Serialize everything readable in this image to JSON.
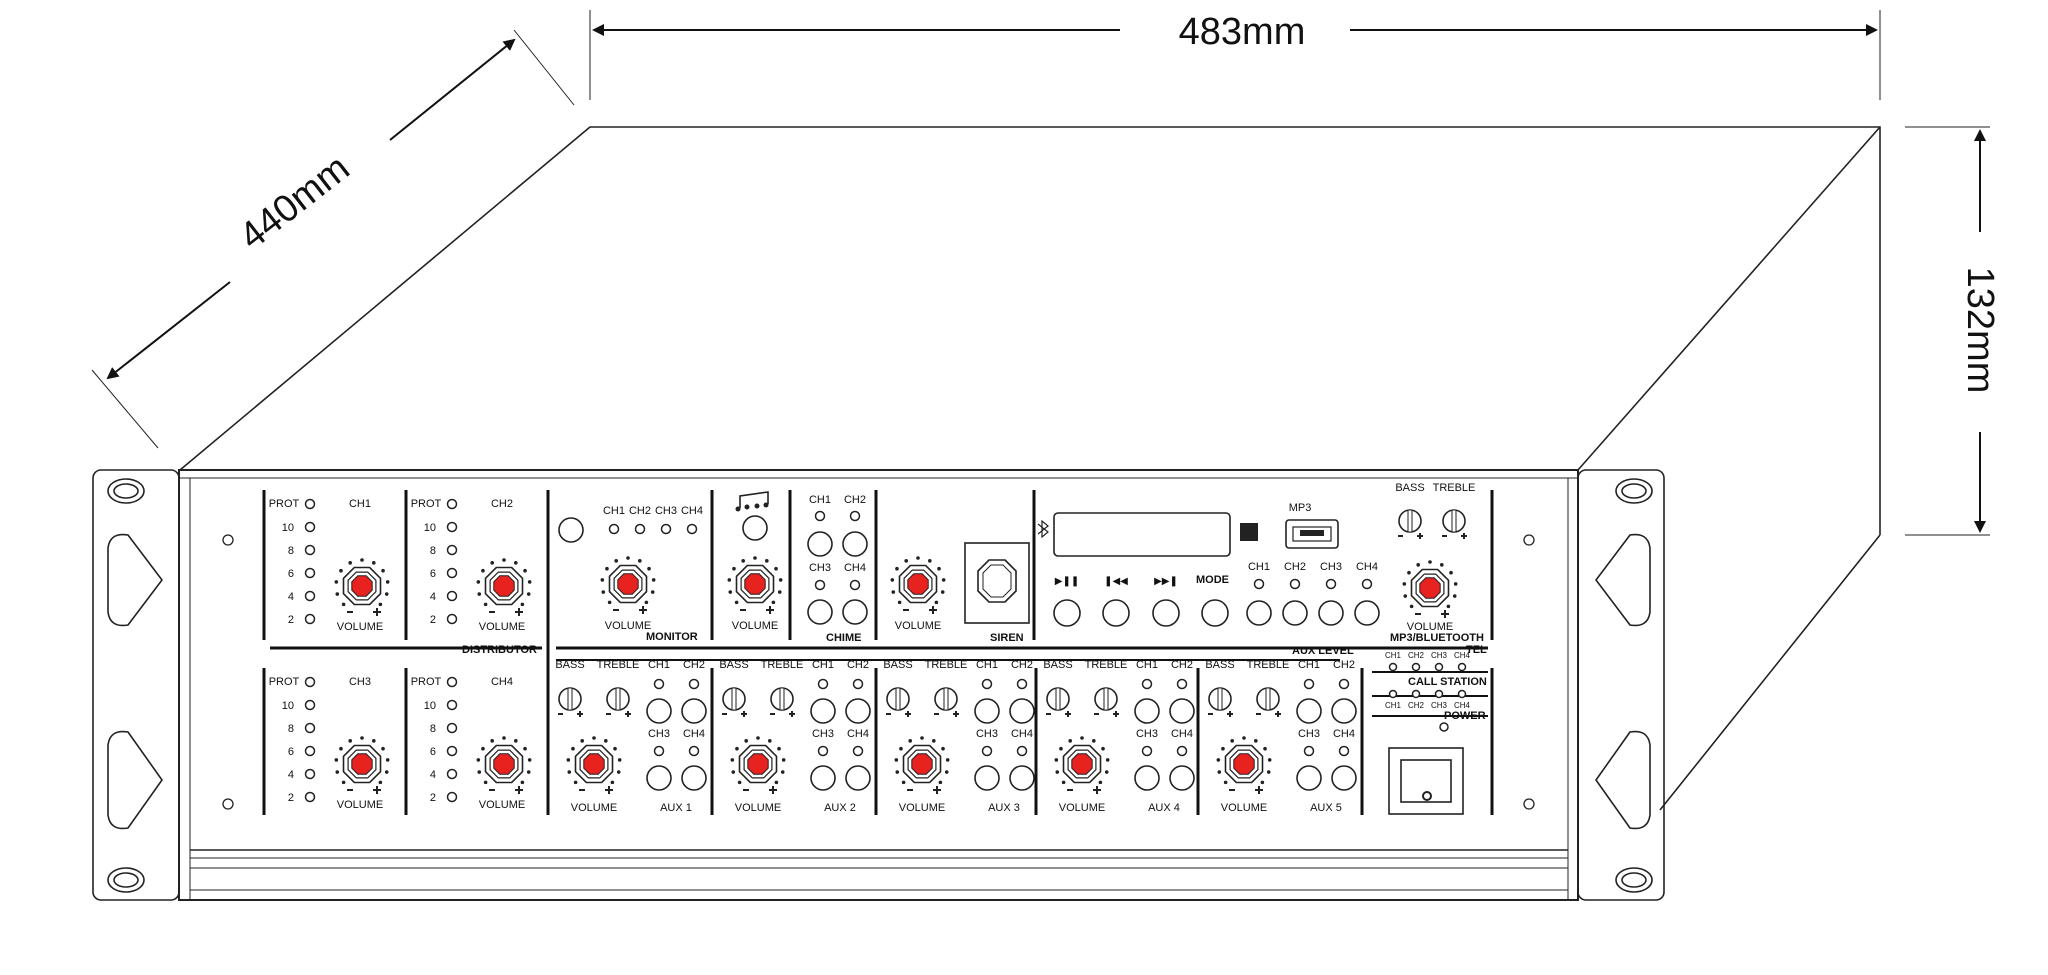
{
  "dimensions": {
    "width": "483mm",
    "depth": "440mm",
    "height": "132mm"
  },
  "distributor": {
    "label": "DISTRIBUTOR",
    "channels": [
      {
        "name": "CH1",
        "prot": "PROT",
        "levels": [
          "10",
          "8",
          "6",
          "4",
          "2"
        ],
        "volume": "VOLUME"
      },
      {
        "name": "CH2",
        "prot": "PROT",
        "levels": [
          "10",
          "8",
          "6",
          "4",
          "2"
        ],
        "volume": "VOLUME"
      },
      {
        "name": "CH3",
        "prot": "PROT",
        "levels": [
          "10",
          "8",
          "6",
          "4",
          "2"
        ],
        "volume": "VOLUME"
      },
      {
        "name": "CH4",
        "prot": "PROT",
        "levels": [
          "10",
          "8",
          "6",
          "4",
          "2"
        ],
        "volume": "VOLUME"
      }
    ]
  },
  "monitor": {
    "label": "MONITOR",
    "channels": [
      "CH1",
      "CH2",
      "CH3",
      "CH4"
    ],
    "volume": "VOLUME"
  },
  "chime": {
    "label": "CHIME",
    "channels": [
      "CH1",
      "CH2",
      "CH3",
      "CH4"
    ],
    "volume": "VOLUME"
  },
  "siren": {
    "label": "SIREN",
    "volume": "VOLUME"
  },
  "mp3": {
    "label": "MP3/BLUETOOTH",
    "usb_label": "MP3",
    "mode_label": "MODE",
    "transport": [
      "▶❚❚",
      "❚◀◀",
      "▶▶❚"
    ],
    "channels": [
      "CH1",
      "CH2",
      "CH3",
      "CH4"
    ],
    "bass": "BASS",
    "treble": "TREBLE",
    "volume": "VOLUME"
  },
  "aux_level": "AUX LEVEL",
  "aux": [
    {
      "name": "AUX 1",
      "bass": "BASS",
      "treble": "TREBLE",
      "channels": [
        "CH1",
        "CH2",
        "CH3",
        "CH4"
      ],
      "volume": "VOLUME"
    },
    {
      "name": "AUX 2",
      "bass": "BASS",
      "treble": "TREBLE",
      "channels": [
        "CH1",
        "CH2",
        "CH3",
        "CH4"
      ],
      "volume": "VOLUME"
    },
    {
      "name": "AUX 3",
      "bass": "BASS",
      "treble": "TREBLE",
      "channels": [
        "CH1",
        "CH2",
        "CH3",
        "CH4"
      ],
      "volume": "VOLUME"
    },
    {
      "name": "AUX 4",
      "bass": "BASS",
      "treble": "TREBLE",
      "channels": [
        "CH1",
        "CH2",
        "CH3",
        "CH4"
      ],
      "volume": "VOLUME"
    },
    {
      "name": "AUX 5",
      "bass": "BASS",
      "treble": "TREBLE",
      "channels": [
        "CH1",
        "CH2",
        "CH3",
        "CH4"
      ],
      "volume": "VOLUME"
    }
  ],
  "tel": {
    "label": "TEL",
    "channels": [
      "CH1",
      "CH2",
      "CH3",
      "CH4"
    ]
  },
  "call_station": {
    "label": "CALL STATION",
    "channels": [
      "CH1",
      "CH2",
      "CH3",
      "CH4"
    ]
  },
  "power": {
    "label": "POWER"
  },
  "colors": {
    "knob": "#e8231f",
    "line": "#222222",
    "background": "#ffffff"
  }
}
